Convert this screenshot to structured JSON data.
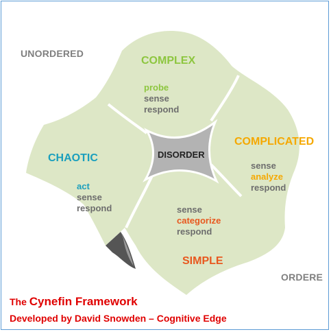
{
  "corners": {
    "unordered": "UNORDERED",
    "ordered": "ORDERE"
  },
  "domains": {
    "complex": {
      "title": "COMPLEX",
      "verbs": [
        "probe",
        "sense",
        "respond"
      ]
    },
    "complicated": {
      "title": "COMPLICATED",
      "verbs": [
        "sense",
        "analyze",
        "respond"
      ]
    },
    "chaotic": {
      "title": "CHAOTIC",
      "verbs": [
        "act",
        "sense",
        "respond"
      ]
    },
    "simple": {
      "title": "SIMPLE",
      "verbs": [
        "sense",
        "categorize",
        "respond"
      ]
    },
    "disorder": {
      "title": "DISORDER"
    }
  },
  "caption": {
    "prefix": "The ",
    "title": "Cynefin Framework",
    "line2": "Developed by David Snowden – Cognitive Edge"
  },
  "colors": {
    "shape_fill": "#dde7c6",
    "complex_title": "#8dc63f",
    "complicated_title": "#f5a800",
    "chaotic_title": "#1a9fbd",
    "simple_title": "#e8581f",
    "disorder_fill": "#b3b3b3",
    "highlight_green": "#8dc63f",
    "highlight_orange": "#f5a800",
    "highlight_blue": "#1a9fbd",
    "highlight_red": "#e8581f",
    "caption_red": "#e00000",
    "border_blue": "#5b9bd5"
  }
}
